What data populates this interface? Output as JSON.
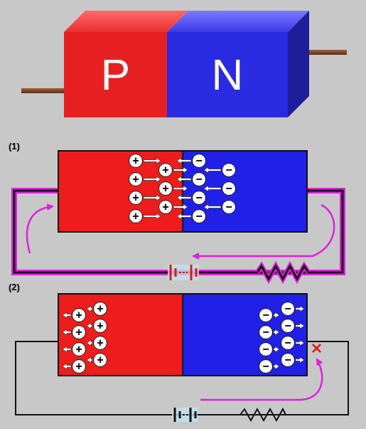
{
  "diagram": {
    "nodes": [
      {
        "text": [
          "P"
        ]
      },
      {
        "text": [
          "N"
        ]
      }
    ],
    "labels": [
      "(1)",
      "+",
      "+",
      "+",
      "+",
      "+",
      "+",
      "+",
      "−",
      "−",
      "−",
      "−",
      "−",
      "−",
      "−",
      "(2)",
      "+",
      "+",
      "+",
      "+",
      "+",
      "+",
      "+",
      "+",
      "−",
      "−",
      "−",
      "−",
      "−",
      "−",
      "−",
      "−"
    ]
  }
}
